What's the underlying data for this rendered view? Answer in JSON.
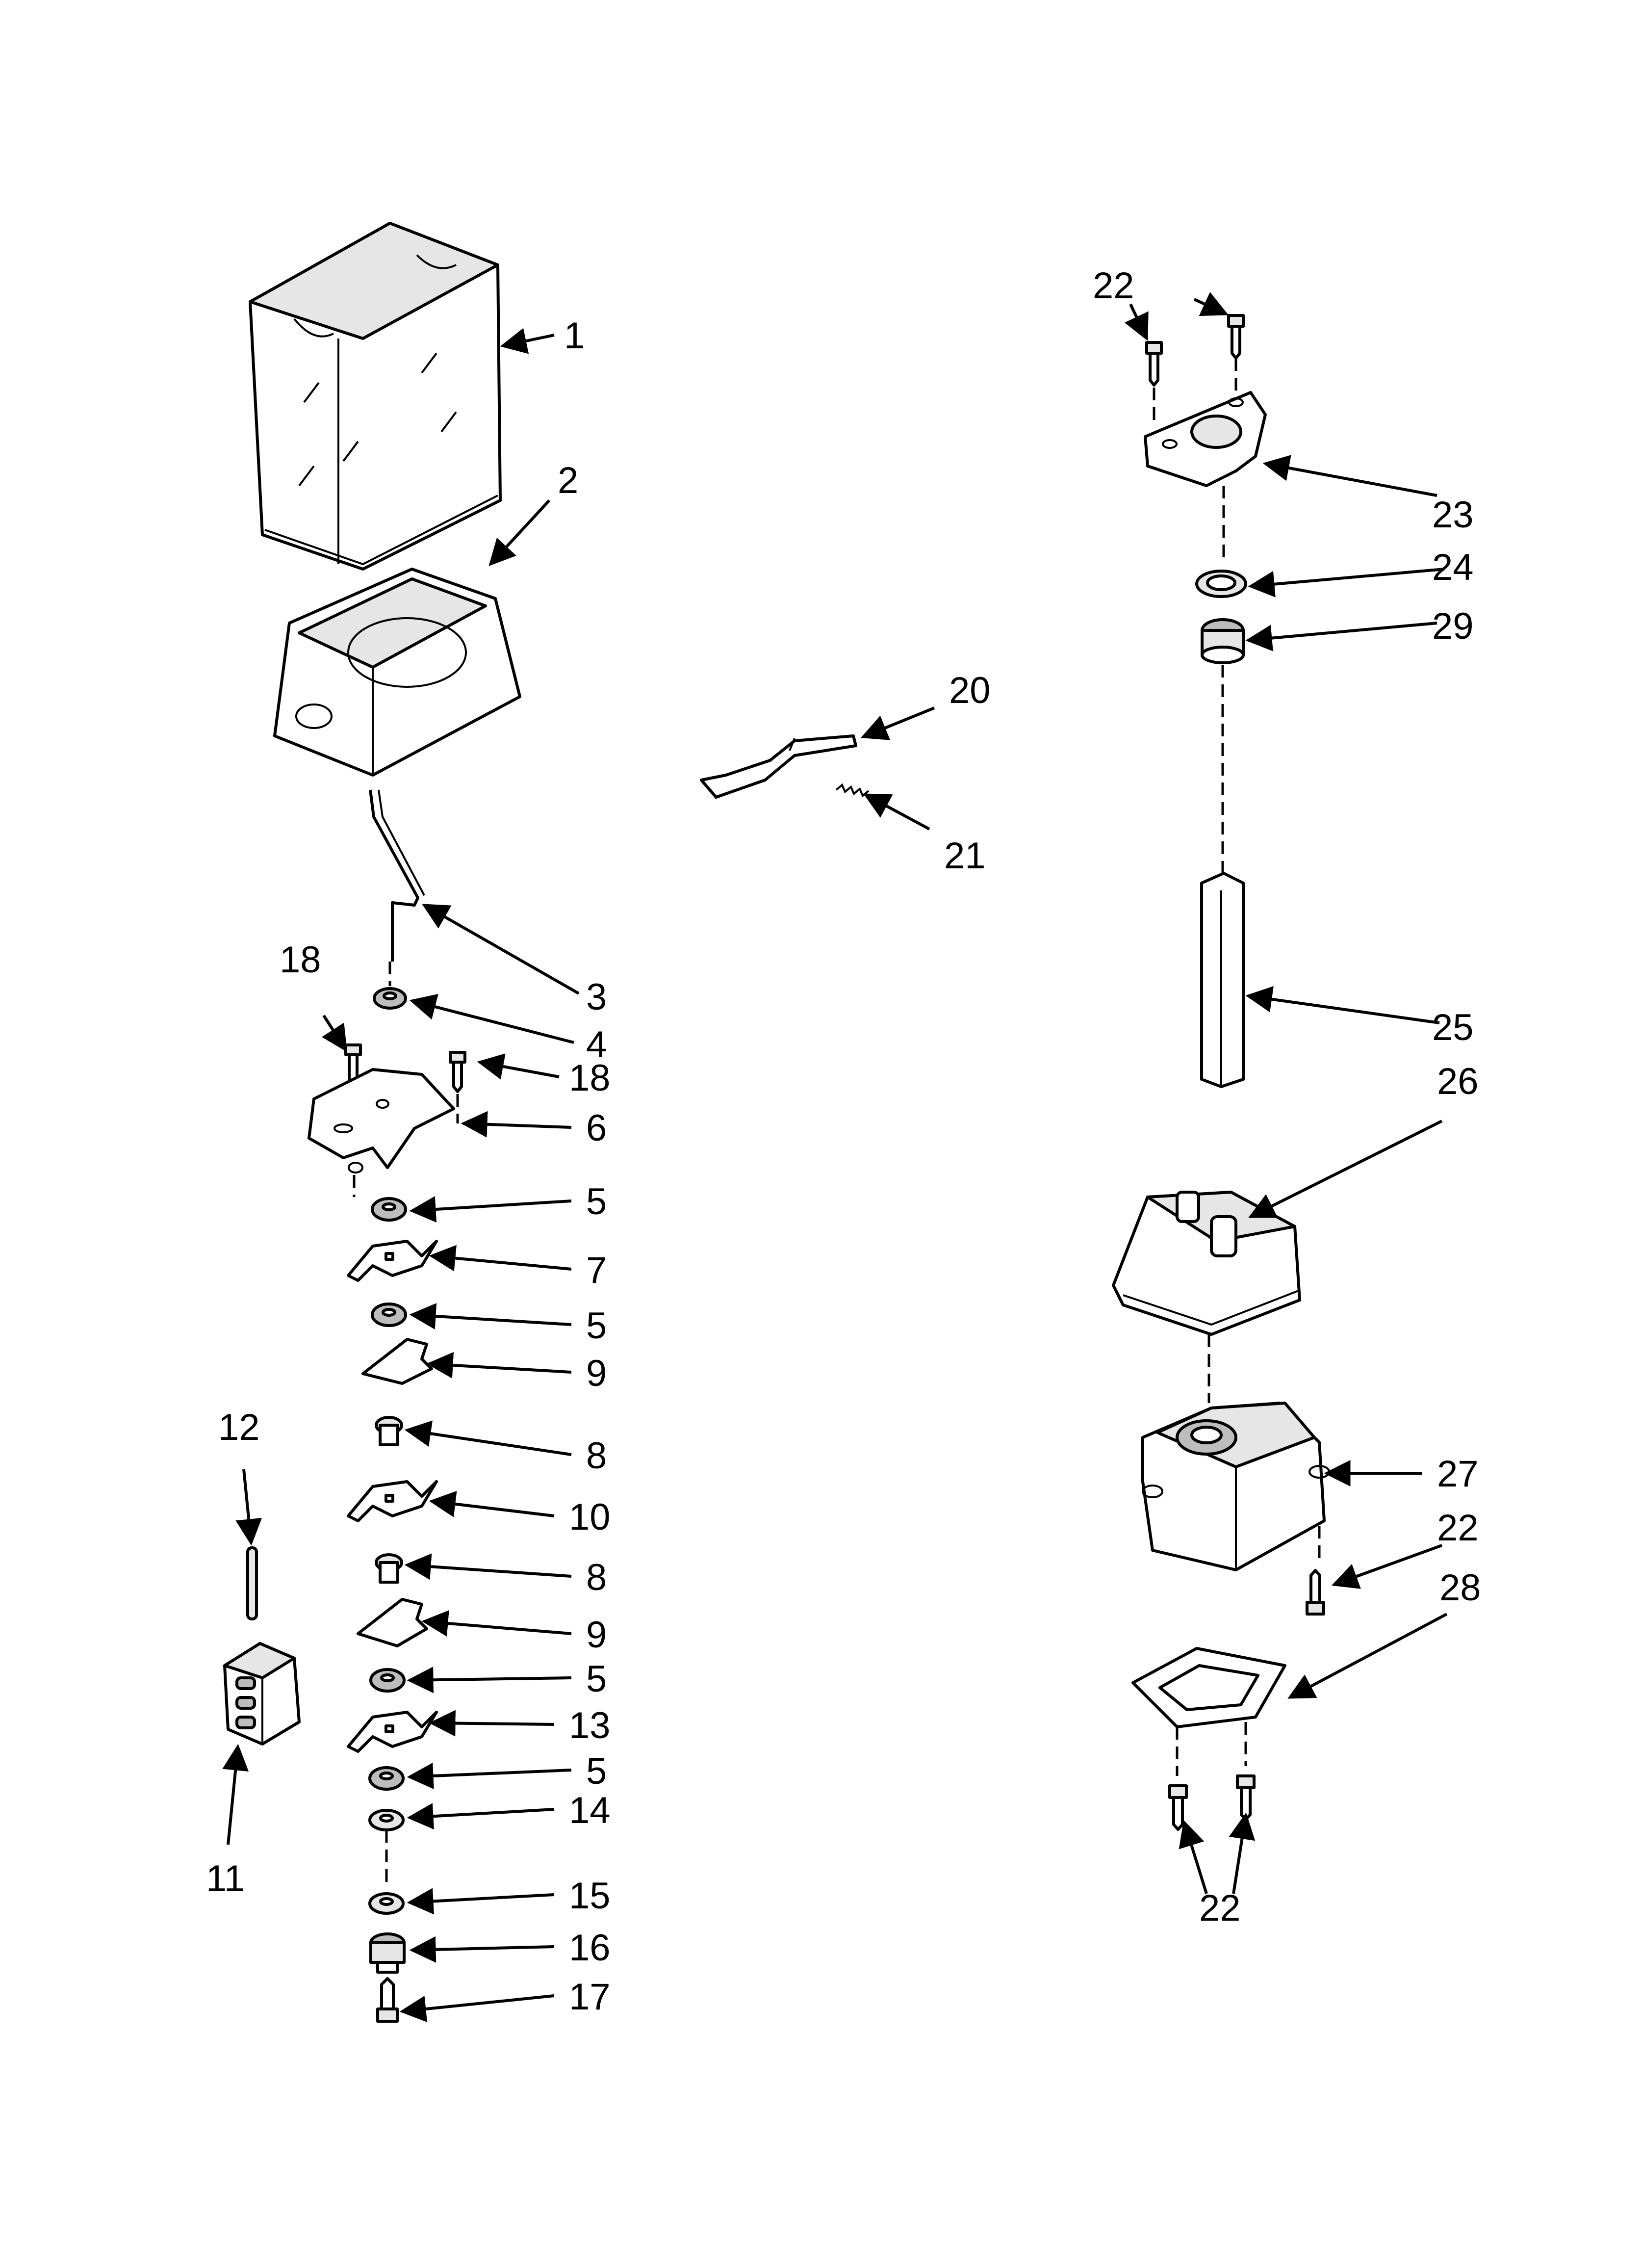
{
  "diagram": {
    "callouts": [
      {
        "id": "c1",
        "text": "1"
      },
      {
        "id": "c2",
        "text": "2"
      },
      {
        "id": "c3",
        "text": "3"
      },
      {
        "id": "c4",
        "text": "4"
      },
      {
        "id": "c18a",
        "text": "18"
      },
      {
        "id": "c18b",
        "text": "18"
      },
      {
        "id": "c6",
        "text": "6"
      },
      {
        "id": "c5a",
        "text": "5"
      },
      {
        "id": "c7",
        "text": "7"
      },
      {
        "id": "c5b",
        "text": "5"
      },
      {
        "id": "c9a",
        "text": "9"
      },
      {
        "id": "c8a",
        "text": "8"
      },
      {
        "id": "c10",
        "text": "10"
      },
      {
        "id": "c8b",
        "text": "8"
      },
      {
        "id": "c9b",
        "text": "9"
      },
      {
        "id": "c5c",
        "text": "5"
      },
      {
        "id": "c13",
        "text": "13"
      },
      {
        "id": "c5d",
        "text": "5"
      },
      {
        "id": "c14",
        "text": "14"
      },
      {
        "id": "c15",
        "text": "15"
      },
      {
        "id": "c16",
        "text": "16"
      },
      {
        "id": "c17",
        "text": "17"
      },
      {
        "id": "c12",
        "text": "12"
      },
      {
        "id": "c11",
        "text": "11"
      },
      {
        "id": "c20",
        "text": "20"
      },
      {
        "id": "c21",
        "text": "21"
      },
      {
        "id": "c22a",
        "text": "22"
      },
      {
        "id": "c23",
        "text": "23"
      },
      {
        "id": "c24",
        "text": "24"
      },
      {
        "id": "c29",
        "text": "29"
      },
      {
        "id": "c25",
        "text": "25"
      },
      {
        "id": "c26",
        "text": "26"
      },
      {
        "id": "c27",
        "text": "27"
      },
      {
        "id": "c22b",
        "text": "22"
      },
      {
        "id": "c28",
        "text": "28"
      },
      {
        "id": "c22c",
        "text": "22"
      }
    ]
  }
}
